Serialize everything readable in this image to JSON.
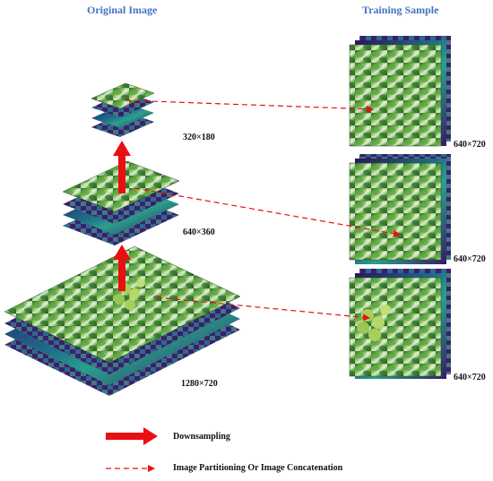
{
  "headers": {
    "left": "Original Image",
    "right": "Training Sample"
  },
  "pyramid_labels": {
    "small": "320×180",
    "medium": "640×360",
    "large": "1280×720"
  },
  "sample_labels": {
    "top": "640×720",
    "middle": "640×720",
    "bottom": "640×720"
  },
  "legend": {
    "solid_arrow": "Downsampling",
    "dashed_arrow": "Image Partitioning Or Image Concatenation"
  },
  "colors": {
    "header": "#4472c4",
    "arrow": "#e81010",
    "foliage": "#3d8a3a",
    "feature_map": "#3b1f6e"
  }
}
